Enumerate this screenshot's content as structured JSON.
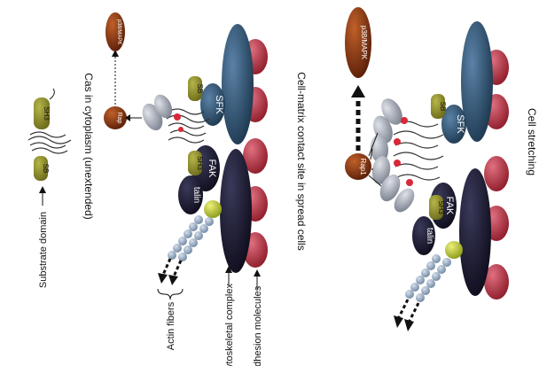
{
  "labels": {
    "substrate_domain": "Substrate domain",
    "cas_cytoplasm": "Cas in cytoplasm (unextended)",
    "actin_fibers": "Actin fibers",
    "cytoskeletal_complex": "Cytoskeletal complex",
    "adhesion_molecules": "Adhesion molecules",
    "cell_matrix_site": "Cell-matrix contact site in spread cells",
    "cell_stretching": "Cell stretching"
  },
  "proteins": {
    "sb": "SB",
    "sh3": "SH3",
    "sfk": "SFK",
    "fak": "FAK",
    "talin": "talin",
    "rap": "Rap",
    "rap1": "Rap1",
    "p38": "p38/MAPK"
  },
  "colors": {
    "sb_olive": "#8b8a2a",
    "sfk_blue": "#2d4f6e",
    "sfk_dark": "#1f3a52",
    "fak_dark": "#1a1530",
    "talin_dark": "#2a2435",
    "adhesion_red": "#c03a48",
    "actin_bead": "#8aa0b8",
    "rap_brown": "#8a3a1a",
    "sh2_grey": "#9aa0ac",
    "phospho_red": "#d8283a",
    "yellow_green": "#c8d040"
  }
}
